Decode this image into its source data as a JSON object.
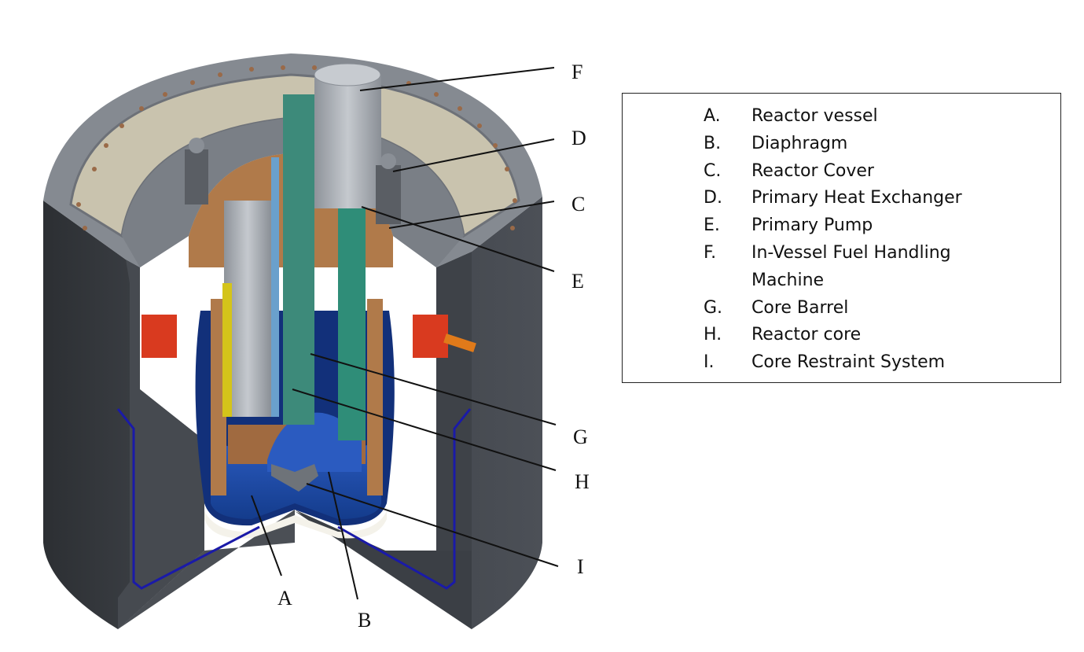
{
  "figure": {
    "subject": "Pool-type sodium fast reactor cutaway",
    "callouts": [
      {
        "letter": "F"
      },
      {
        "letter": "D"
      },
      {
        "letter": "C"
      },
      {
        "letter": "E"
      },
      {
        "letter": "G"
      },
      {
        "letter": "H"
      },
      {
        "letter": "I"
      },
      {
        "letter": "A"
      },
      {
        "letter": "B"
      }
    ]
  },
  "legend": {
    "items": [
      {
        "letter": "A.",
        "text": "Reactor vessel"
      },
      {
        "letter": "B.",
        "text": "Diaphragm"
      },
      {
        "letter": "C.",
        "text": "Reactor Cover"
      },
      {
        "letter": "D.",
        "text": "Primary Heat Exchanger"
      },
      {
        "letter": "E.",
        "text": "Primary Pump"
      },
      {
        "letter": "F.",
        "text": "In-Vessel Fuel Handling Machine"
      },
      {
        "letter": "G.",
        "text": "Core Barrel"
      },
      {
        "letter": "H.",
        "text": "Reactor core"
      },
      {
        "letter": "I.",
        "text": "Core Restraint System"
      }
    ]
  },
  "colors": {
    "concrete_dark": "#3a3d42",
    "concrete_mid": "#4a4e54",
    "concrete_top": "#7d8188",
    "sodium_pool": "#1f4fa8",
    "liner_line": "#1a1aa8",
    "insulation_tan": "#c9c3ae",
    "copper": "#b07a4a",
    "steel": "#9aa0a6"
  }
}
